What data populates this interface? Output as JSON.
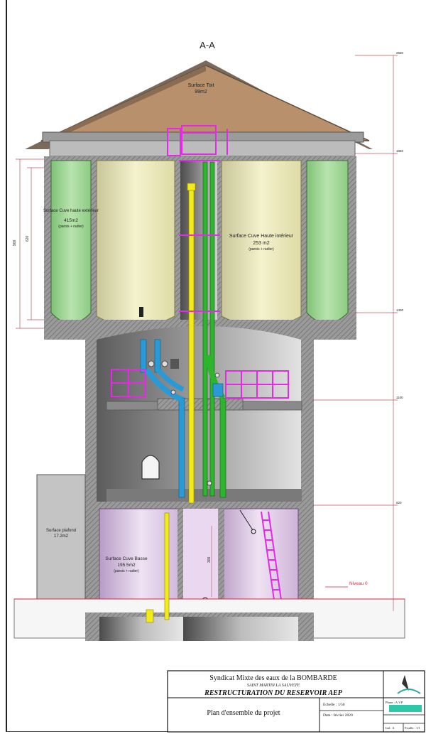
{
  "drawing": {
    "section_label": "A-A",
    "roof_label": "Surface Toit",
    "roof_value": "99m2",
    "outer_tank_label": "Surface Cuve haute extérieur",
    "outer_tank_value": "415m2",
    "outer_tank_note": "(parois + radier)",
    "inner_tank_label": "Surface Cuve Haute intérieur",
    "inner_tank_value": "253 m2",
    "inner_tank_note": "(parois + radier)",
    "ceiling_label": "Surface plafond",
    "ceiling_value": "17.2m2",
    "lower_tank_label": "Surface Cuve Basse",
    "lower_tank_value": "195.5m2",
    "lower_tank_note": "(parois + radier)",
    "level_label": "Niveau 0",
    "dim_left_a": "900",
    "dim_left_b": "620",
    "dim_lower": "300",
    "elev_1": "2560",
    "elev_2": "1860",
    "elev_3": "1400",
    "elev_4": "1100",
    "elev_5": "620",
    "colors": {
      "roof": "#b8916c",
      "outer_tank": "#a9d9a0",
      "inner_tank": "#f1efc6",
      "lower_tank": "#dcc6e4",
      "wall": "#8f8f8f",
      "pipe_yellow": "#f2ea1a",
      "pipe_green": "#2db52d",
      "pipe_blue": "#2a9ad6",
      "magenta": "#e629e6",
      "level_line": "#d8263c"
    }
  },
  "title_block": {
    "org_line": "Syndicat  Mixte des eaux de la BOMBARDE",
    "commune": "SAINT MARTIN LA SAUVETE",
    "project": "RESTRUCTURATION DU RESERVOIR AEP",
    "sheet_title": "Plan d'ensemble du projet",
    "scale": "Echelle : 1/50",
    "date": "Date : février 2020",
    "phase": "Phase : A.V.P",
    "index": "Ind : A",
    "sheet": "Feuille : 1/1"
  }
}
